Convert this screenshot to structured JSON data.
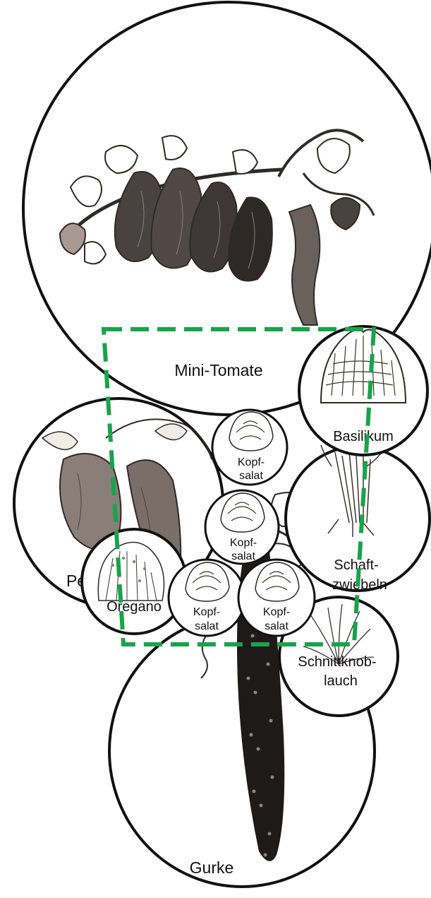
{
  "plants": {
    "tomato": {
      "label": "Mini-Tomate",
      "icon": "tomato-illustration"
    },
    "basil": {
      "label": "Basilikum",
      "icon": "basil-illustration"
    },
    "pepper": {
      "label": "Peperoni",
      "icon": "pepper-illustration"
    },
    "lettuce1": {
      "line1": "Kopf-",
      "line2": "salat",
      "icon": "lettuce-illustration"
    },
    "lettuce2": {
      "line1": "Kopf-",
      "line2": "salat",
      "icon": "lettuce-illustration"
    },
    "lettuce3": {
      "line1": "Kopf-",
      "line2": "salat",
      "icon": "lettuce-illustration"
    },
    "lettuce4": {
      "line1": "Kopf-",
      "line2": "salat",
      "icon": "lettuce-illustration"
    },
    "scallion": {
      "line1": "Schaft-",
      "line2": "zwiebeln",
      "icon": "scallion-illustration"
    },
    "oregano": {
      "label": "Oregano",
      "icon": "oregano-illustration"
    },
    "garlic_chives": {
      "line1": "Schnittknob-",
      "line2": "lauch",
      "icon": "garlic-chives-illustration"
    },
    "cucumber": {
      "label": "Gurke",
      "icon": "cucumber-illustration"
    }
  },
  "colors": {
    "bed_border": "#1aa34a",
    "outline": "#111111",
    "engraving": "#3a3330",
    "fruit_dark": "#4a4240",
    "fruit_light": "#8a7f78"
  }
}
